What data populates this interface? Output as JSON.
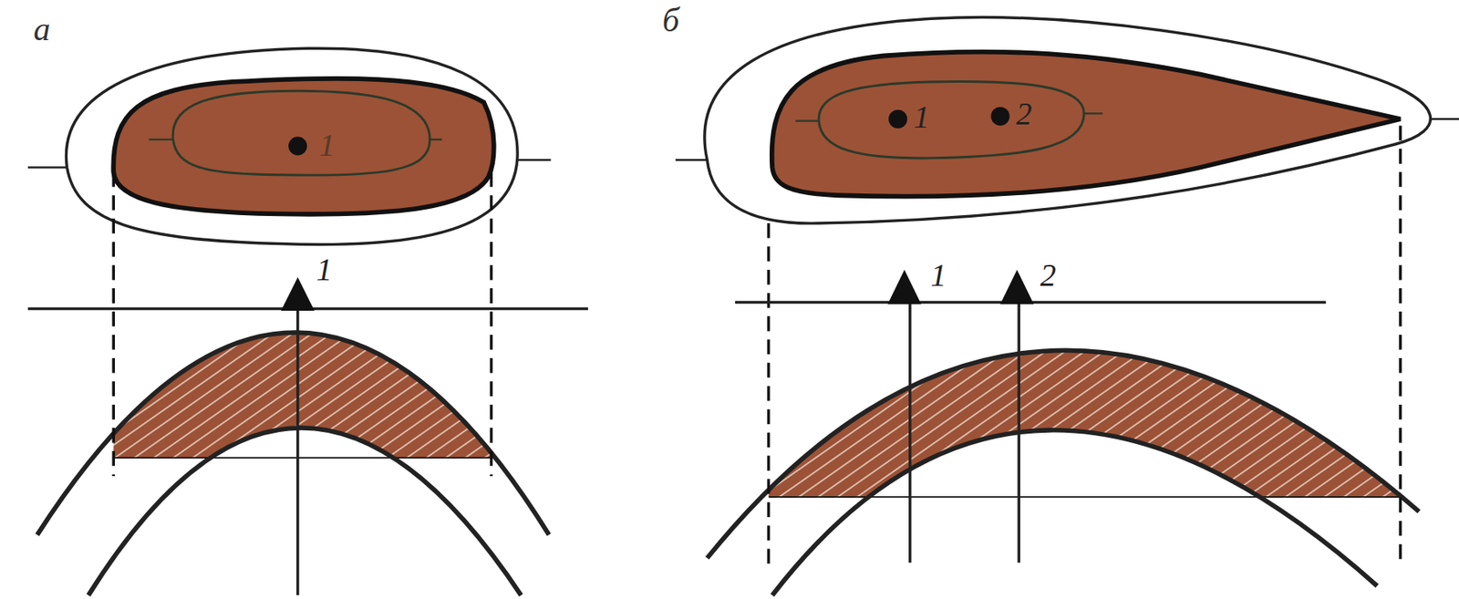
{
  "diagram": {
    "labels": [
      "а",
      "1",
      "1",
      "б",
      "1",
      "2",
      "1",
      "2"
    ]
  }
}
